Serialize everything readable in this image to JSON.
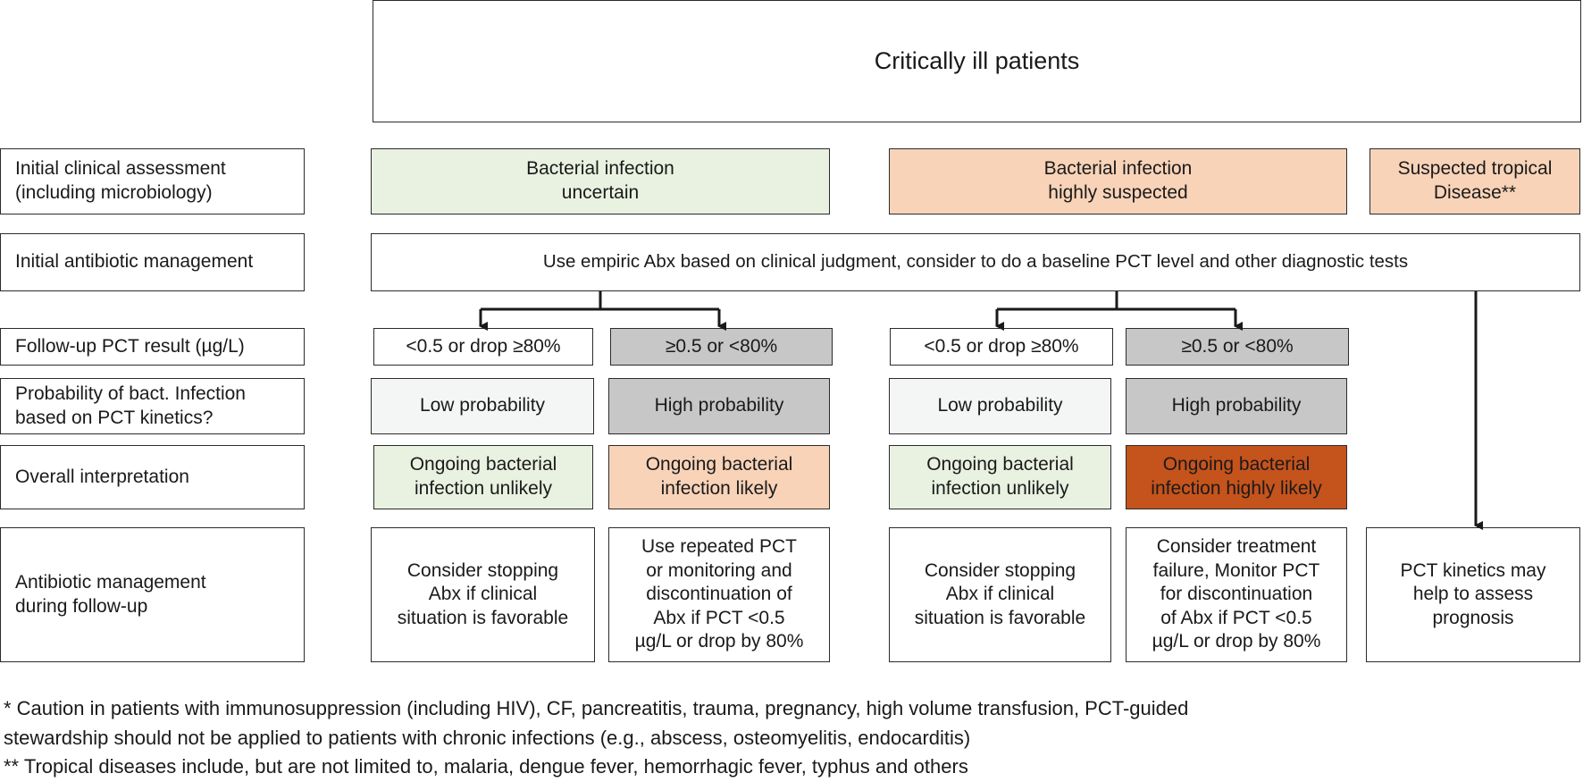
{
  "title": "Critically ill patients",
  "row_labels": {
    "initial_assessment": "Initial clinical assessment\n(including microbiology)",
    "initial_management": "Initial antibiotic management",
    "followup_pct": "Follow-up PCT result (µg/L)",
    "probability": "Probability of bact. Infection\nbased on PCT kinetics?",
    "interpretation": "Overall interpretation",
    "followup_management": "Antibiotic management\nduring follow-up"
  },
  "assessment": {
    "uncertain": "Bacterial infection\nuncertain",
    "highly_suspected": "Bacterial infection\nhighly suspected",
    "tropical": "Suspected tropical\nDisease**"
  },
  "initial_management_text": "Use empiric Abx based on clinical judgment, consider to do a baseline PCT level and other diagnostic tests",
  "pct": {
    "low": "<0.5 or drop ≥80%",
    "high": "≥0.5 or <80%"
  },
  "probability": {
    "low": "Low probability",
    "high": "High probability"
  },
  "interpretation": {
    "unlikely": "Ongoing bacterial\ninfection unlikely",
    "likely": "Ongoing bacterial\ninfection likely",
    "highly_likely": "Ongoing bacterial\ninfection highly likely"
  },
  "followup": {
    "stop": "Consider stopping\nAbx if clinical\nsituation is favorable",
    "repeat": "Use repeated PCT\nor monitoring and\ndiscontinuation of\nAbx if PCT <0.5\nµg/L or drop by 80%",
    "failure": "Consider treatment\nfailure, Monitor PCT\nfor discontinuation\nof Abx if PCT <0.5\nµg/L or drop by 80%",
    "prognosis": "PCT kinetics may\nhelp to assess\nprognosis"
  },
  "footnotes": {
    "line1": "* Caution in patients with immunosuppression (including HIV), CF, pancreatitis, trauma, pregnancy, high volume transfusion, PCT-guided",
    "line2": "stewardship should not be applied to patients with chronic infections (e.g., abscess, osteomyelitis, endocarditis)",
    "line3": "** Tropical diseases include, but are not limited to, malaria, dengue fever, hemorrhagic fever, typhus and others"
  },
  "colors": {
    "uncertain_fill": "#e9f1e1",
    "suspected_fill": "#f8d3b8",
    "high_result_fill": "#c7c7c7",
    "low_probability_fill": "#f4f6f6",
    "highly_likely_fill": "#c5531c"
  }
}
